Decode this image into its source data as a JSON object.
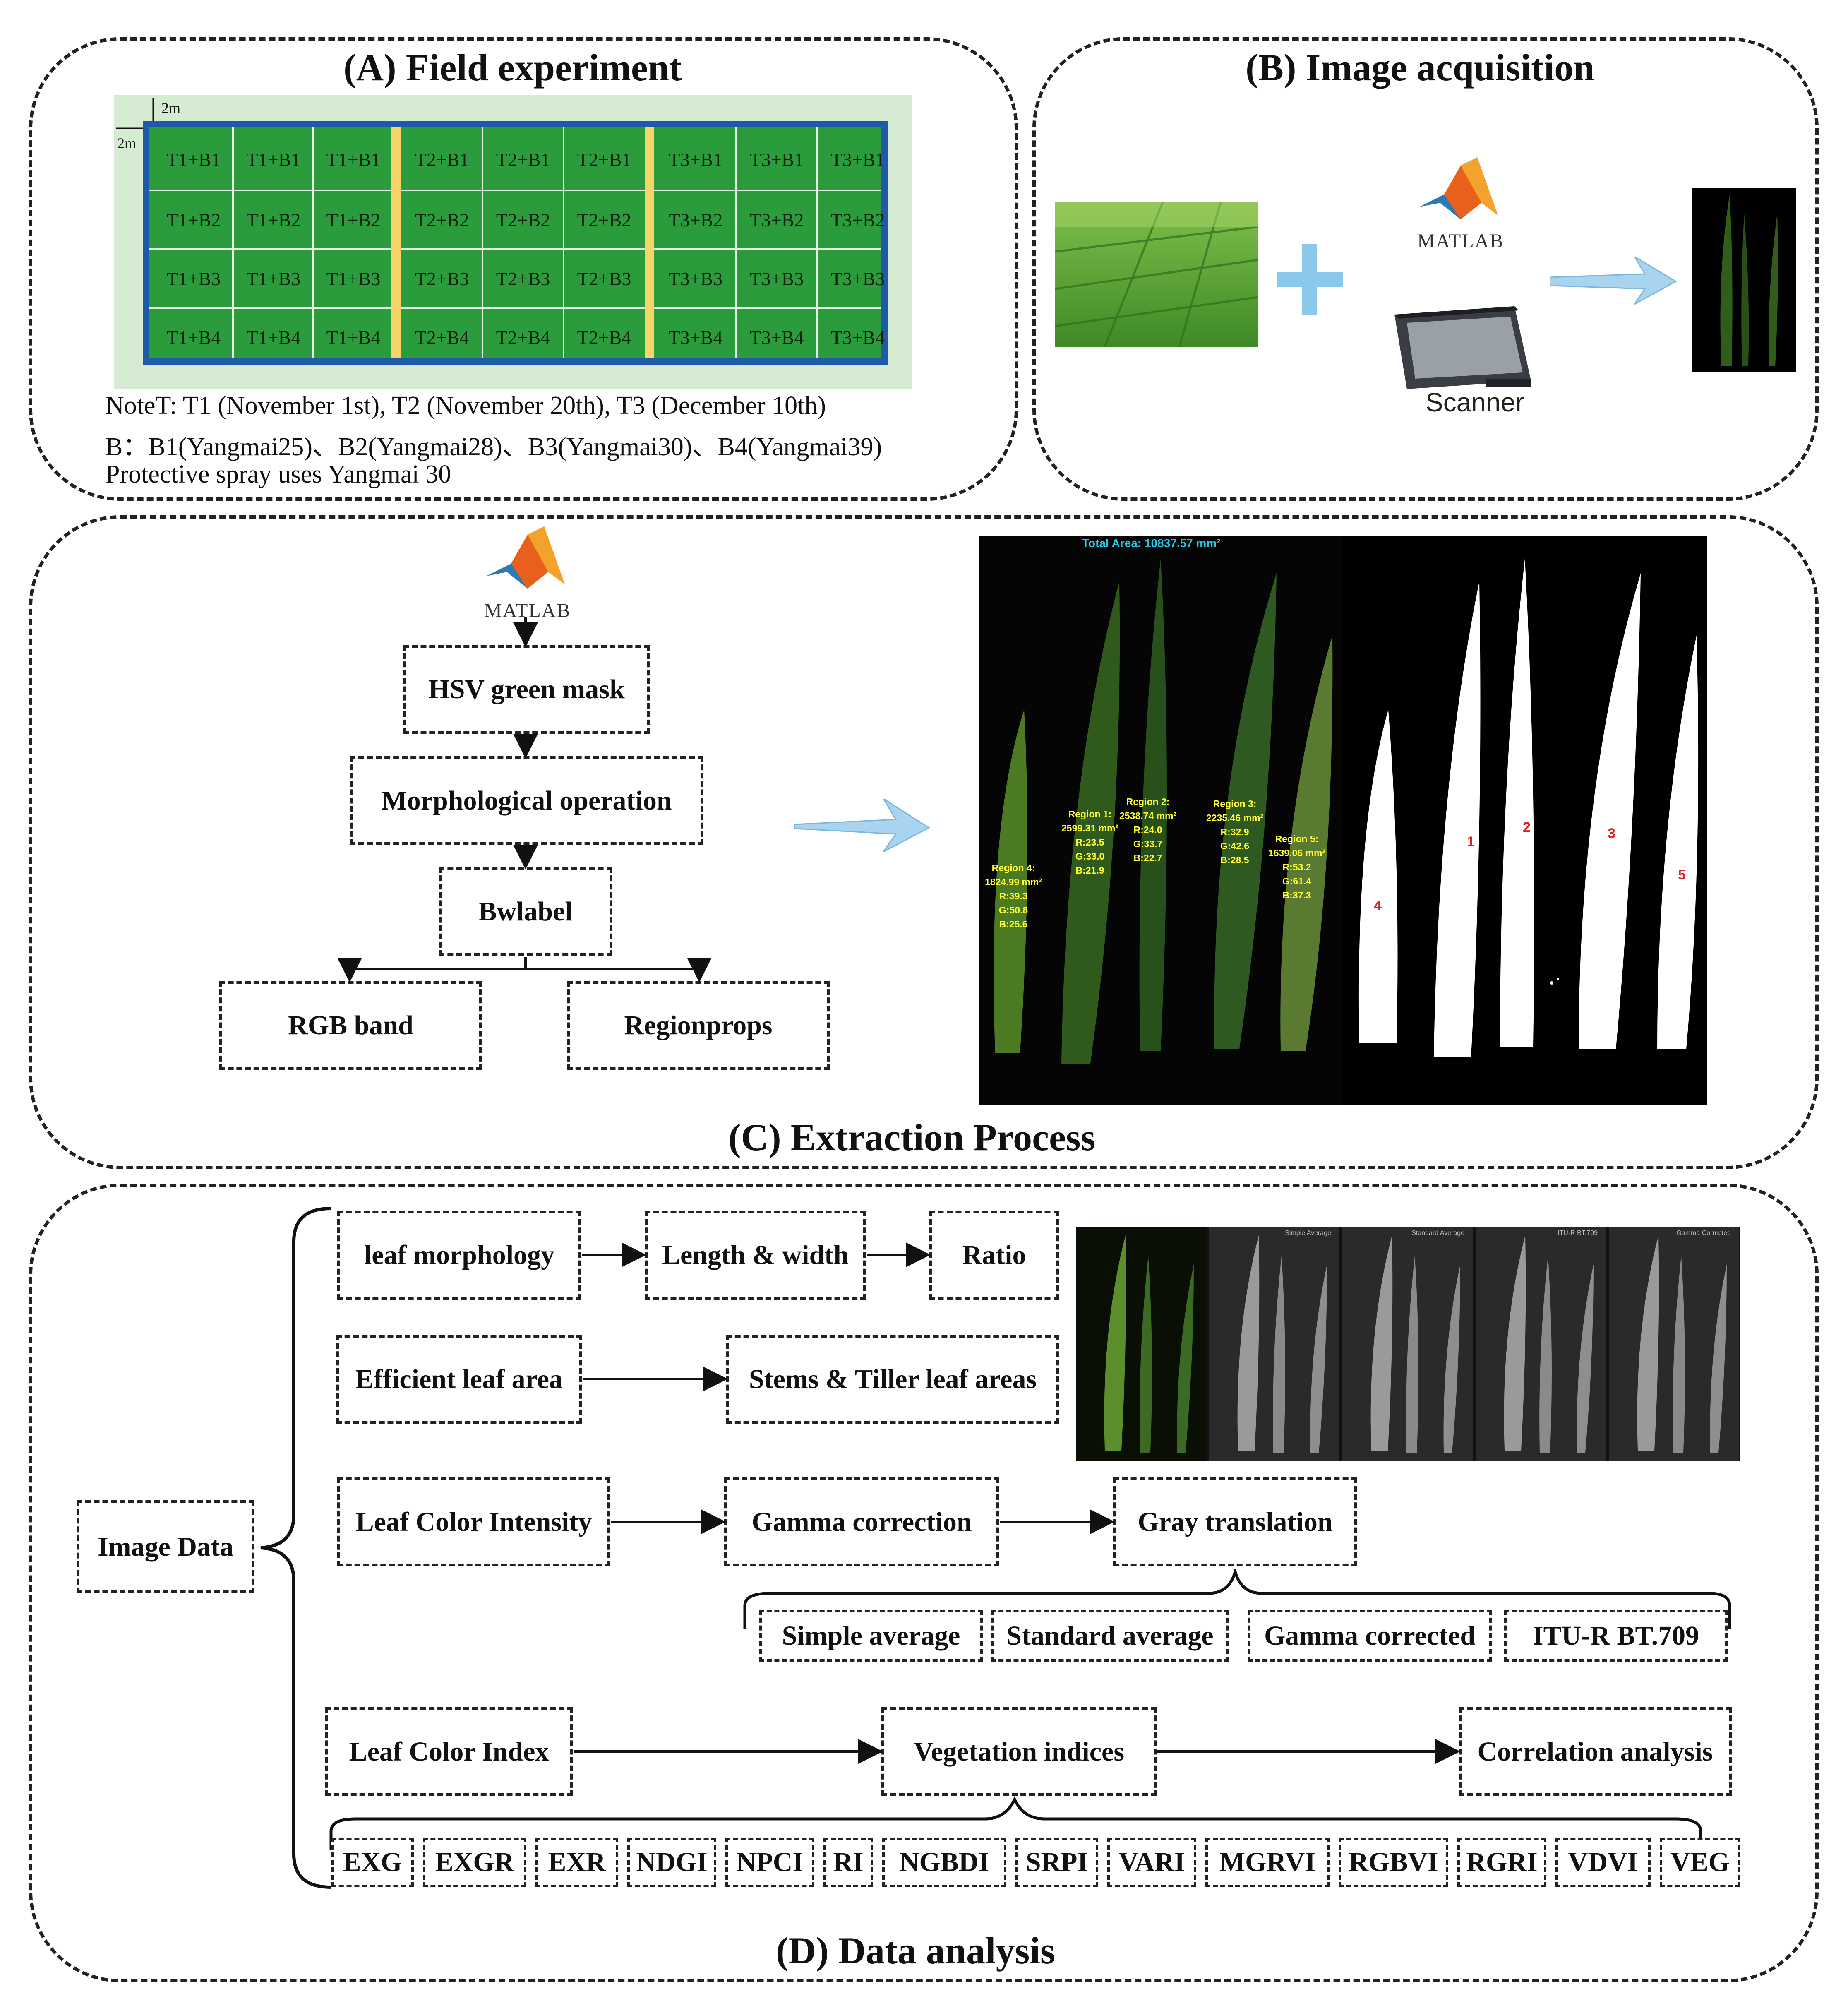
{
  "panels": {
    "a_title": "(A) Field experiment",
    "b_title": "(B) Image acquisition",
    "c_title": "(C) Extraction Process",
    "d_title": "(D) Data analysis"
  },
  "field": {
    "dim_top": "2m",
    "dim_left": "2m",
    "rows": [
      [
        "T1+B1",
        "T1+B1",
        "T1+B1",
        "T2+B1",
        "T2+B1",
        "T2+B1",
        "T3+B1",
        "T3+B1",
        "T3+B1"
      ],
      [
        "T1+B2",
        "T1+B2",
        "T1+B2",
        "T2+B2",
        "T2+B2",
        "T2+B2",
        "T3+B2",
        "T3+B2",
        "T3+B2"
      ],
      [
        "T1+B3",
        "T1+B3",
        "T1+B3",
        "T2+B3",
        "T2+B3",
        "T2+B3",
        "T3+B3",
        "T3+B3",
        "T3+B3"
      ],
      [
        "T1+B4",
        "T1+B4",
        "T1+B4",
        "T2+B4",
        "T2+B4",
        "T2+B4",
        "T3+B4",
        "T3+B4",
        "T3+B4"
      ]
    ],
    "note1": "NoteT: T1 (November 1st), T2 (November 20th), T3 (December 10th)",
    "note2": "B：B1(Yangmai25)、B2(Yangmai28)、B3(Yangmai30)、B4(Yangmai39)",
    "note3": "Protective spray uses Yangmai 30"
  },
  "acquisition": {
    "matlab_label": "MATLAB",
    "scanner_label": "Scanner"
  },
  "extraction": {
    "matlab_label": "MATLAB",
    "steps": {
      "hsv": "HSV green mask",
      "morph": "Morphological operation",
      "bwlabel": "Bwlabel",
      "rgb": "RGB band",
      "regionprops": "Regionprops"
    },
    "total_area": "Total Area: 10837.57 mm²",
    "regions": [
      {
        "name": "Region 4:",
        "area": "1824.99 mm²",
        "r": "R:39.3",
        "g": "G:50.8",
        "b": "B:25.6"
      },
      {
        "name": "Region 1:",
        "area": "2599.31 mm²",
        "r": "R:23.5",
        "g": "G:33.0",
        "b": "B:21.9"
      },
      {
        "name": "Region 2:",
        "area": "2538.74 mm²",
        "r": "R:24.0",
        "g": "G:33.7",
        "b": "B:22.7"
      },
      {
        "name": "Region 3:",
        "area": "2235.46 mm²",
        "r": "R:32.9",
        "g": "G:42.6",
        "b": "B:28.5"
      },
      {
        "name": "Region 5:",
        "area": "1639.06 mm²",
        "r": "R:53.2",
        "g": "G:61.4",
        "b": "B:37.3"
      }
    ],
    "mask_numbers": [
      "4",
      "1",
      "2",
      "3",
      "5"
    ]
  },
  "analysis": {
    "image_data": "Image Data",
    "morphology": "leaf morphology",
    "length_width": "Length & width",
    "ratio": "Ratio",
    "efficient_area": "Efficient leaf area",
    "stems_tiller": "Stems & Tiller leaf areas",
    "color_intensity": "Leaf Color Intensity",
    "gamma_correction": "Gamma correction",
    "gray_translation": "Gray translation",
    "gray_methods": [
      "Simple average",
      "Standard average",
      "Gamma corrected",
      "ITU-R BT.709"
    ],
    "gray_panel_labels": [
      "Simple Average",
      "Standard Average",
      "ITU-R BT.709",
      "Gamma Corrected"
    ],
    "color_index": "Leaf Color Index",
    "vegetation_indices": "Vegetation indices",
    "correlation": "Correlation analysis",
    "indices": [
      "EXG",
      "EXGR",
      "EXR",
      "NDGI",
      "NPCI",
      "RI",
      "NGBDI",
      "SRPI",
      "VARI",
      "MGRVI",
      "RGBVI",
      "RGRI",
      "VDVI",
      "VEG"
    ]
  },
  "colors": {
    "plot_green": "#2b9c3c",
    "plot_border": "#1e5aa8",
    "arrow_blue": "#a8d4f0",
    "plus_blue": "#8cc8ec"
  }
}
